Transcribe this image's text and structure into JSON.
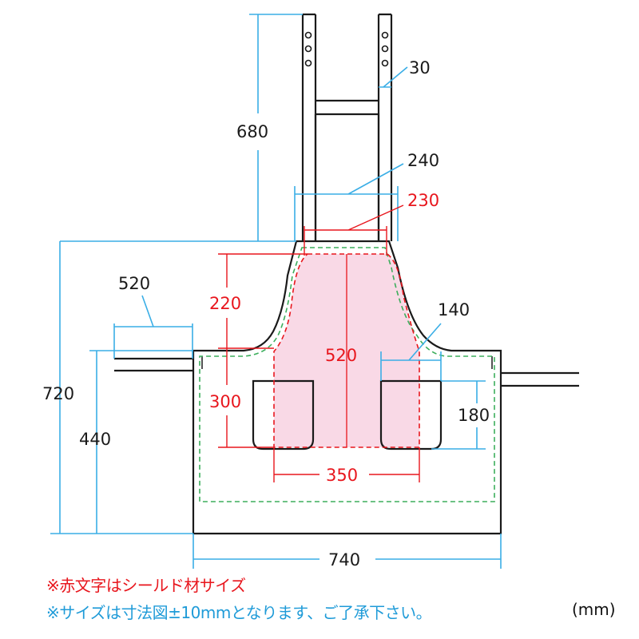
{
  "colors": {
    "outline": "#1a1a1a",
    "dimension_line": "#3aaee6",
    "shield": "#e8161d",
    "shield_fill": "#f9d9e6",
    "seam": "#3cae5c",
    "note_blue": "#1f9bd8"
  },
  "dimensions": {
    "strap_width": "30",
    "strap_length": "680",
    "top_width": "240",
    "shield_top_width": "230",
    "tie_length": "520",
    "shield_upper_height": "220",
    "shield_height": "520",
    "shield_lower_height": "300",
    "pocket_width": "140",
    "pocket_height": "180",
    "shield_bottom_width": "350",
    "total_height": "720",
    "body_height": "440",
    "total_width": "740"
  },
  "notes": {
    "red_note": "※赤文字はシールド材サイズ",
    "blue_note": "※サイズは寸法図±10mmとなります、ご了承下さい。",
    "unit": "(mm)"
  }
}
